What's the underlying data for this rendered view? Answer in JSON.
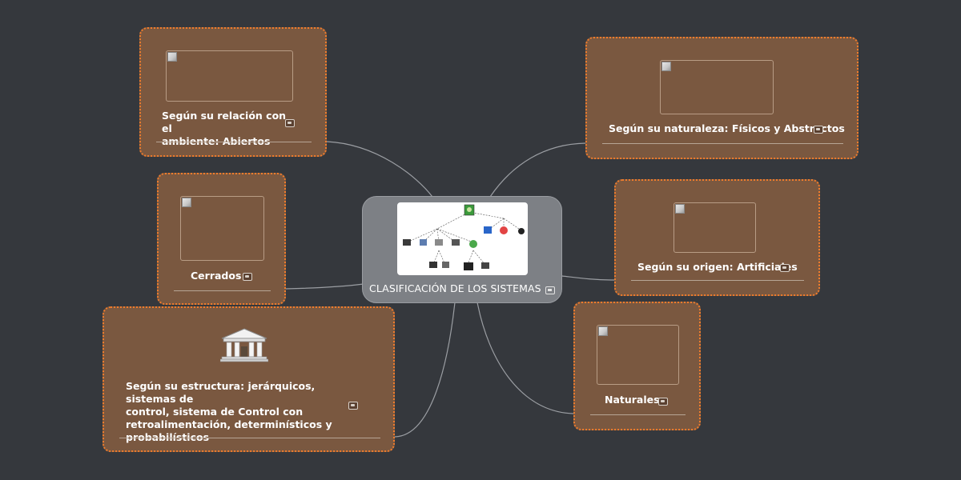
{
  "central": {
    "title": "CLASIFICACIÓN DE LOS SISTEMAS",
    "image_icon": "hierarchy-diagram-icon"
  },
  "nodes": [
    {
      "id": "abiertos",
      "label_lines": [
        "Según su relación con el",
        "ambiente: Abiertos"
      ],
      "has_image": true,
      "has_note": true
    },
    {
      "id": "cerrados",
      "label_lines": [
        "Cerrados"
      ],
      "has_image": true,
      "has_note": true
    },
    {
      "id": "estructura",
      "label_lines": [
        "Según su estructura: jerárquicos, sistemas de",
        "control, sistema de Control con",
        "retroalimentación, determinísticos y",
        "probabilísticos"
      ],
      "icon": "building-icon",
      "has_note": true
    },
    {
      "id": "naturaleza",
      "label_lines": [
        "Según su naturaleza: Físicos y Abstractos"
      ],
      "has_image": true,
      "has_note": true
    },
    {
      "id": "origen",
      "label_lines": [
        "Según su origen: Artificiales"
      ],
      "has_image": true,
      "has_note": true
    },
    {
      "id": "naturales",
      "label_lines": [
        "Naturales"
      ],
      "has_image": true,
      "has_note": true
    }
  ],
  "colors": {
    "background": "#35383d",
    "node_fill": "#7a5840",
    "node_border": "#f07c2c",
    "central_fill": "#7d8085",
    "connector": "#9b9ea3"
  }
}
